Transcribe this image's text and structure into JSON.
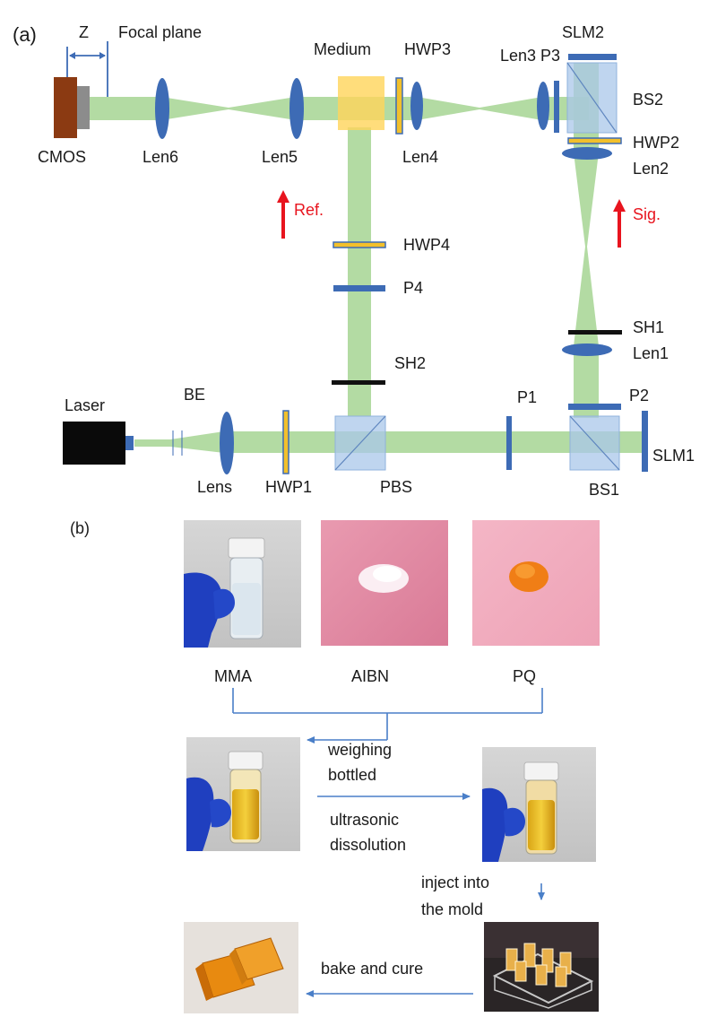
{
  "colors": {
    "beam": "#a6d593",
    "optic_blue": "#3d6bb5",
    "waveplate": "#f2c02c",
    "cube": "#a9c7ea",
    "medium": "#ffd45a",
    "shutter": "#111111",
    "arrow_red": "#e8141e",
    "flow_arrow": "#4a7fc8",
    "cmos_body": "#8b3a12",
    "cmos_face": "#8c8c8c",
    "laser": "#0a0a0a"
  },
  "panel_a": {
    "label": "(a)",
    "z_label": "Z",
    "focal_plane": "Focal plane",
    "components": {
      "cmos": "CMOS",
      "len6": "Len6",
      "len5": "Len5",
      "medium": "Medium",
      "hwp3": "HWP3",
      "len4": "Len4",
      "len3": "Len3",
      "p3": "P3",
      "slm2": "SLM2",
      "bs2": "BS2",
      "hwp2": "HWP2",
      "len2": "Len2",
      "ref": "Ref.",
      "sig": "Sig.",
      "hwp4": "HWP4",
      "p4": "P4",
      "sh1": "SH1",
      "len1": "Len1",
      "sh2": "SH2",
      "laser": "Laser",
      "be": "BE",
      "p1": "P1",
      "p2": "P2",
      "slm1": "SLM1",
      "lens": "Lens",
      "hwp1": "HWP1",
      "pbs": "PBS",
      "bs1": "BS1"
    }
  },
  "panel_b": {
    "label": "(b)",
    "materials": [
      "MMA",
      "AIBN",
      "PQ"
    ],
    "steps": {
      "weighing": "weighing",
      "bottled": "bottled",
      "ultrasonic": "ultrasonic",
      "dissolution": "dissolution",
      "inject1": "inject into",
      "inject2": "the mold",
      "bake": "bake and cure"
    }
  }
}
